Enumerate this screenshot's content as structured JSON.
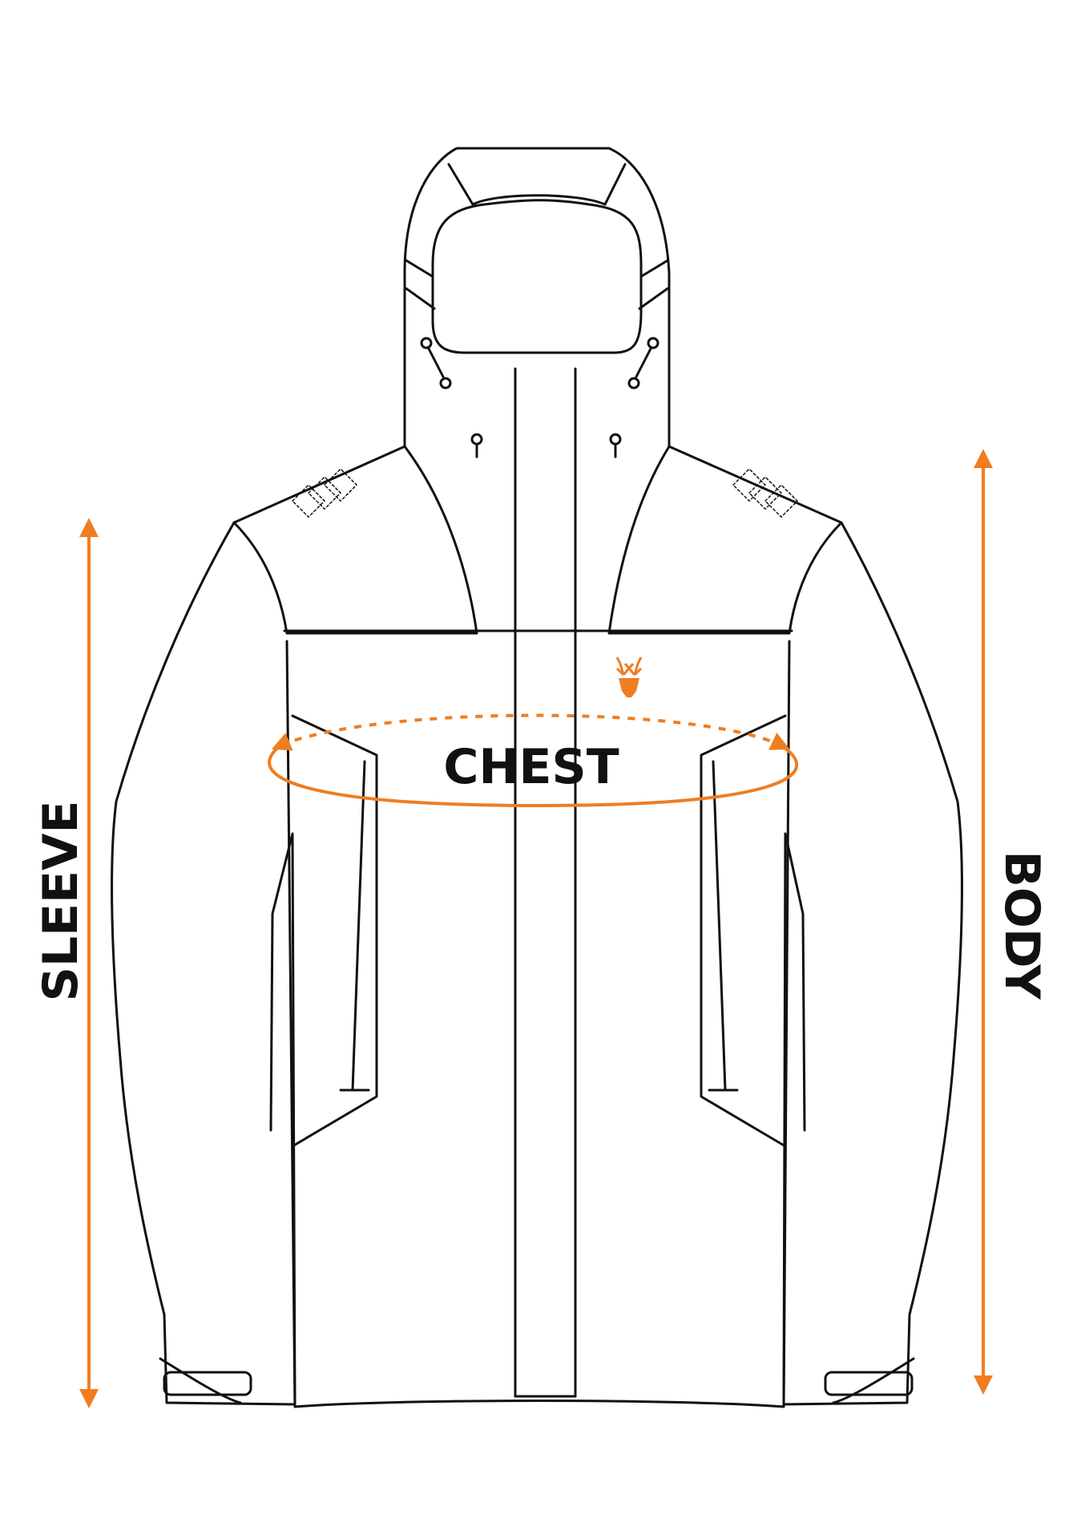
{
  "labels": {
    "chest": "CHEST",
    "sleeve": "SLEEVE",
    "body": "BODY"
  },
  "colors": {
    "accent": "#F07D20",
    "outline": "#111111",
    "background": "#FFFFFF"
  },
  "icons": {
    "logo": "stag-head-icon"
  }
}
